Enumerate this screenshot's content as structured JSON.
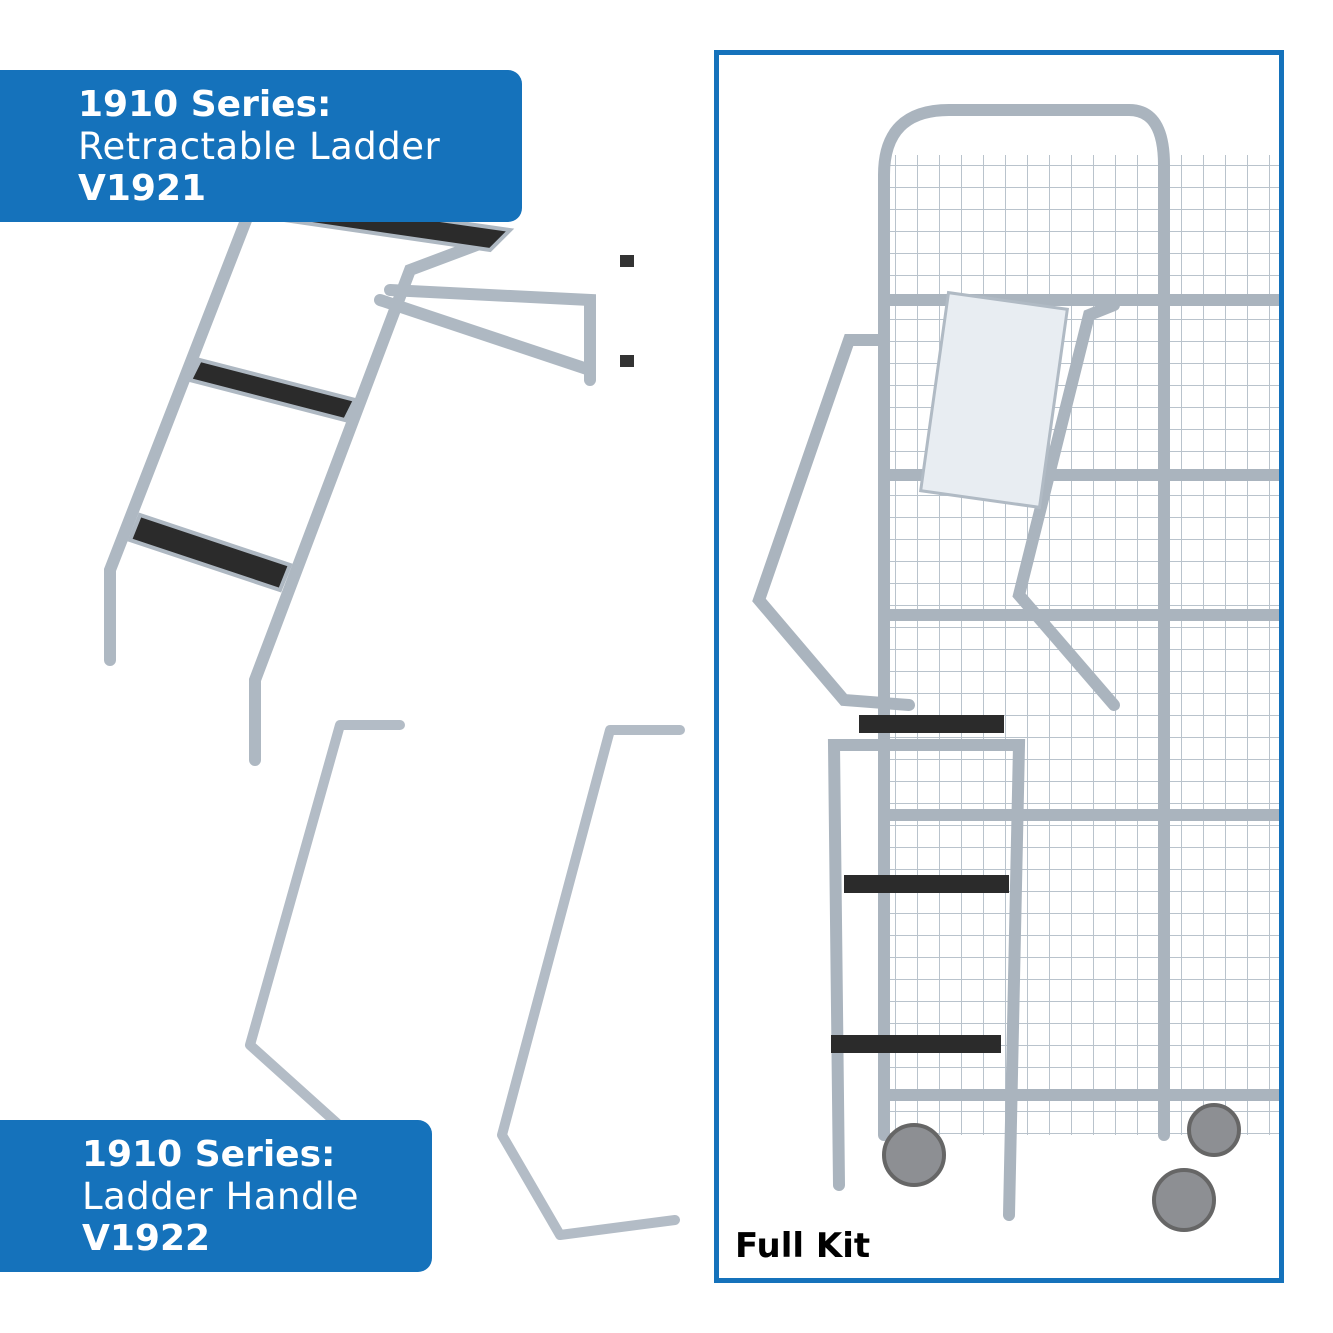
{
  "labels": [
    {
      "series": "1910 Series:",
      "name": "Retractable Ladder",
      "code": "V1921"
    },
    {
      "series": "1910 Series:",
      "name": "Ladder Handle",
      "code": "V1922"
    }
  ],
  "full_kit": {
    "caption": "Full Kit"
  },
  "colors": {
    "brand_blue": "#1572bb",
    "steel": "#b8c2cc",
    "tread": "#2b2b2b"
  }
}
